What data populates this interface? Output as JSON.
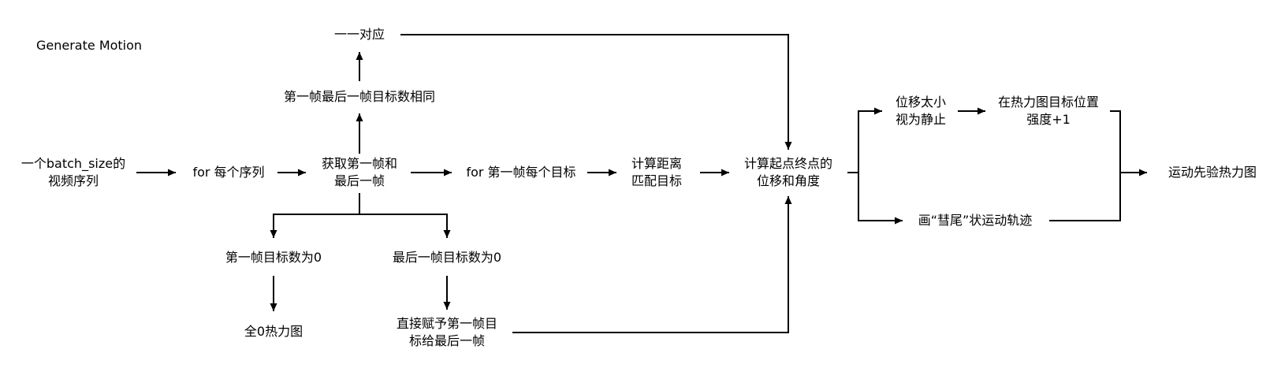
{
  "diagram": {
    "title": "Generate Motion",
    "nodes": {
      "input": [
        "一个batch_size的",
        "视频序列"
      ],
      "for_seq": [
        "for 每个序列"
      ],
      "get_frames": [
        "获取第一帧和",
        "最后一帧"
      ],
      "for_targets": [
        "for 第一帧每个目标"
      ],
      "match": [
        "计算距离",
        "匹配目标"
      ],
      "compute": [
        "计算起点终点的",
        "位移和角度"
      ],
      "same_count": [
        "第一帧最后一帧目标数相同"
      ],
      "one_to_one": [
        "一一对应"
      ],
      "first_zero": [
        "第一帧目标数为0"
      ],
      "last_zero": [
        "最后一帧目标数为0"
      ],
      "all_zero": [
        "全0热力图"
      ],
      "assign": [
        "直接赋予第一帧目",
        "标给最后一帧"
      ],
      "too_small": [
        "位移太小",
        "视为静止"
      ],
      "heat_plus": [
        "在热力图目标位置",
        "强度+1"
      ],
      "comet": [
        "画“彗尾”状运动轨迹"
      ],
      "output": [
        "运动先验热力图"
      ]
    }
  }
}
